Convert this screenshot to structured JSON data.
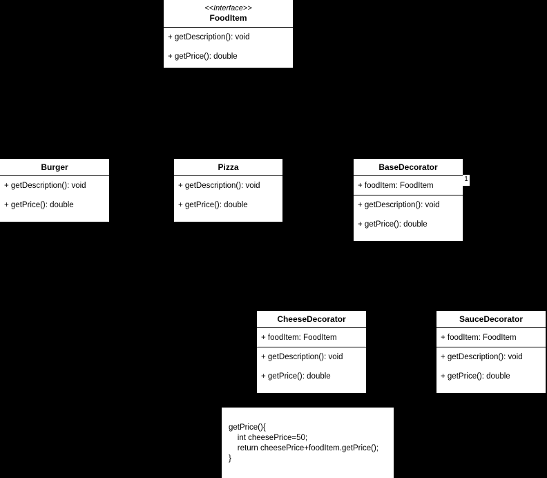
{
  "diagram": {
    "type": "uml-class-diagram",
    "background_color": "#000000",
    "box_fill_color": "#ffffff",
    "line_color": "#000000",
    "classes": [
      {
        "id": "fooditem",
        "stereotype": "<<Interface>>",
        "name": "FoodItem",
        "attributes": [],
        "operations": [
          "+ getDescription(): void",
          "+ getPrice(): double"
        ]
      },
      {
        "id": "burger",
        "stereotype": "",
        "name": "Burger",
        "attributes": [],
        "operations": [
          "+ getDescription(): void",
          "+ getPrice(): double"
        ]
      },
      {
        "id": "pizza",
        "stereotype": "",
        "name": "Pizza",
        "attributes": [],
        "operations": [
          "+ getDescription(): void",
          "+ getPrice(): double"
        ]
      },
      {
        "id": "basedecorator",
        "stereotype": "",
        "name": "BaseDecorator",
        "attributes": [
          "+ foodItem: FoodItem"
        ],
        "operations": [
          "+ getDescription(): void",
          "+ getPrice(): double"
        ]
      },
      {
        "id": "cheesedecorator",
        "stereotype": "",
        "name": "CheeseDecorator",
        "attributes": [
          "+ foodItem: FoodItem"
        ],
        "operations": [
          "+ getDescription(): void",
          "+ getPrice(): double"
        ]
      },
      {
        "id": "saucedecorator",
        "stereotype": "",
        "name": "SauceDecorator",
        "attributes": [
          "+ foodItem: FoodItem"
        ],
        "operations": [
          "+ getDescription(): void",
          "+ getPrice(): double"
        ]
      }
    ],
    "multiplicity": {
      "basedecorator_association": "1"
    },
    "note": {
      "id": "getprice-note",
      "code": "getPrice(){\n    int cheesePrice=50;\n    return cheesePrice+foodItem.getPrice();\n}"
    }
  }
}
